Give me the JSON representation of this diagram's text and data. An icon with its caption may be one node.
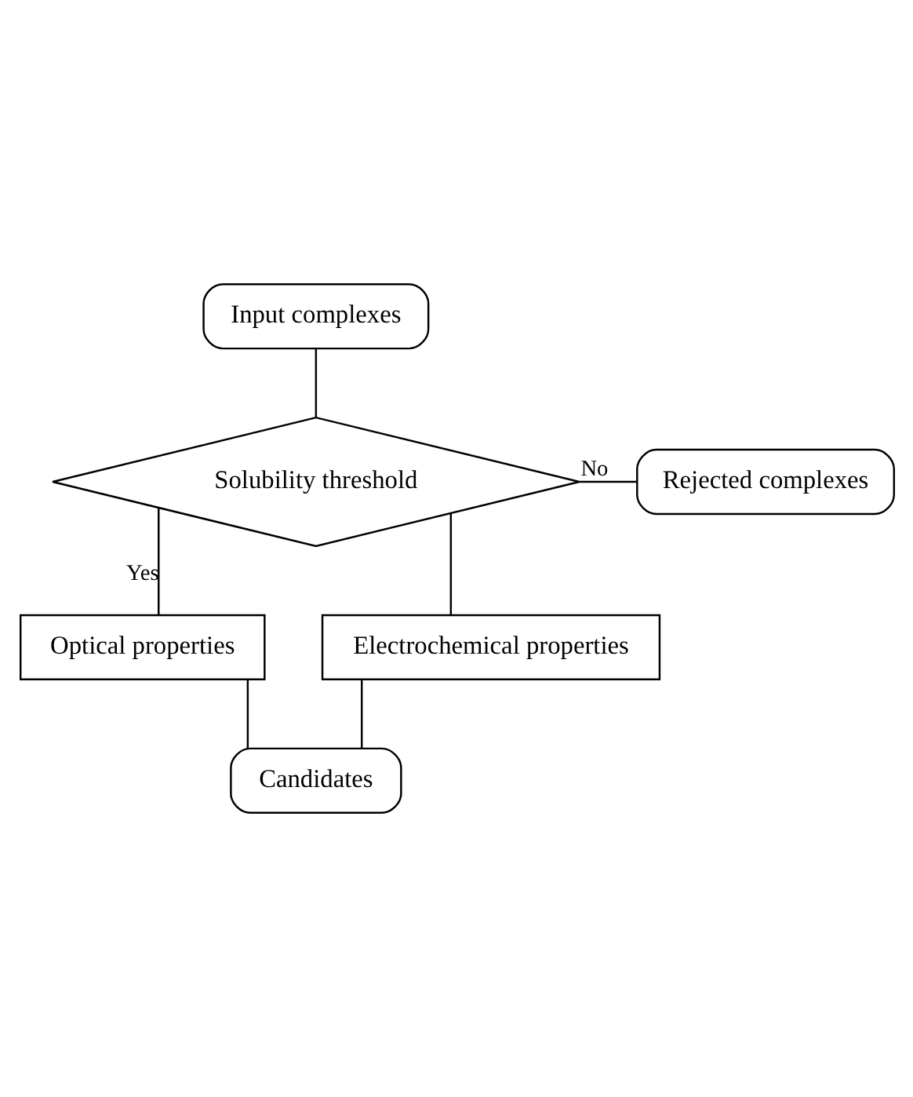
{
  "diagram": {
    "nodes": [
      {
        "text": [
          "Input complexes"
        ]
      },
      {
        "text": [
          "Solubility threshold"
        ]
      },
      {
        "text": [
          "Rejected complexes"
        ]
      },
      {
        "text": [
          "Optical properties"
        ]
      },
      {
        "text": [
          "Electrochemical properties"
        ]
      },
      {
        "text": [
          "Candidates"
        ]
      }
    ],
    "edges": [
      {
        "from": 0,
        "to": 1,
        "arrow": "none"
      },
      {
        "from": 1,
        "to": 2,
        "arrow": "none",
        "label": "No"
      },
      {
        "from": 1,
        "to": 3,
        "arrow": "none",
        "label": "Yes"
      },
      {
        "from": 1,
        "to": 4,
        "arrow": "none"
      },
      {
        "from": 3,
        "to": 5,
        "arrow": "none"
      },
      {
        "from": 4,
        "to": 5,
        "arrow": "none"
      }
    ]
  }
}
